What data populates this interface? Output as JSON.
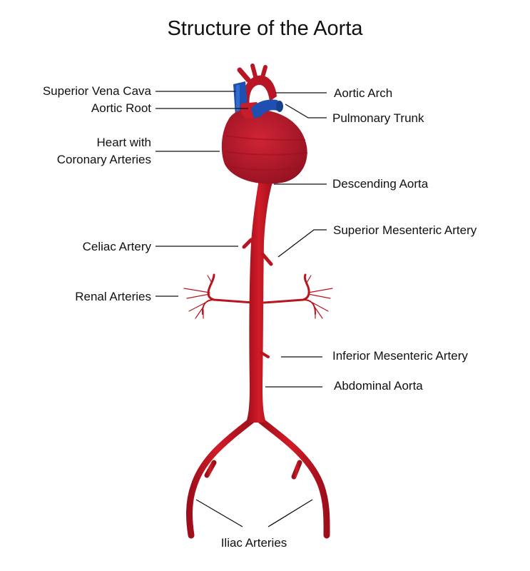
{
  "title": "Structure of the Aorta",
  "labels": {
    "superior_vena_cava": "Superior Vena Cava",
    "aortic_root": "Aortic Root",
    "heart_line1": "Heart with",
    "heart_line2": "Coronary Arteries",
    "celiac_artery": "Celiac Artery",
    "renal_arteries": "Renal Arteries",
    "aortic_arch": "Aortic Arch",
    "pulmonary_trunk": "Pulmonary Trunk",
    "descending_aorta": "Descending Aorta",
    "superior_mesenteric_artery": "Superior Mesenteric Artery",
    "inferior_mesenteric_artery": "Inferior Mesenteric Artery",
    "abdominal_aorta": "Abdominal Aorta",
    "iliac_arteries": "Iliac Arteries"
  },
  "colors": {
    "artery": "#c11722",
    "artery_dark": "#8f0f18",
    "heart": "#b8192a",
    "vein": "#1f4fb0",
    "vein_light": "#2d6fd6",
    "leader_line": "#111111"
  }
}
